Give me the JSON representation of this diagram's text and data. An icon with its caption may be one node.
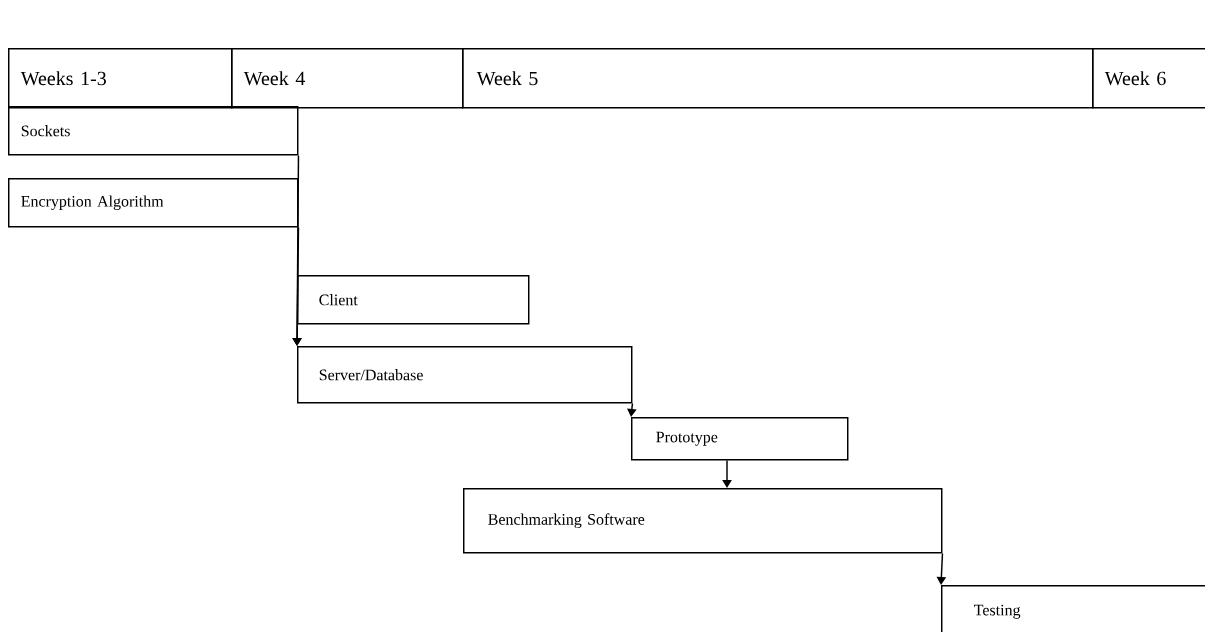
{
  "diagram": {
    "nodes": [
      {
        "text": [
          "Weeks 1-3"
        ]
      },
      {
        "text": [
          "Week 4"
        ]
      },
      {
        "text": [
          "Week 5"
        ]
      },
      {
        "text": [
          "Week 6"
        ]
      },
      {
        "text": [
          "Sockets"
        ]
      },
      {
        "text": [
          "Encryption Algorithm"
        ]
      },
      {
        "text": [
          "Client"
        ]
      },
      {
        "text": [
          "Server/Database"
        ]
      },
      {
        "text": [
          "Prototype"
        ]
      },
      {
        "text": [
          "Benchmarking Software"
        ]
      },
      {
        "text": [
          "Testing"
        ]
      }
    ],
    "edges": [
      {
        "from": 4,
        "to": 7,
        "arrow": "to"
      },
      {
        "from": 5,
        "to": 7,
        "arrow": "to"
      },
      {
        "from": 7,
        "to": 8,
        "arrow": "to"
      },
      {
        "from": 8,
        "to": 9,
        "arrow": "to"
      },
      {
        "from": 9,
        "to": 10,
        "arrow": "to"
      }
    ]
  }
}
